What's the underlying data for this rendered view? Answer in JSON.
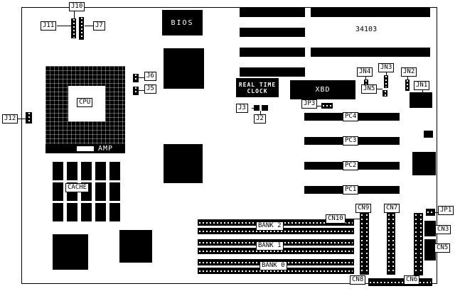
{
  "board": {
    "part_number": "34103",
    "chips": {
      "bios": "BIOS",
      "cpu": "CPU",
      "amp": "AMP",
      "cache": "CACHE",
      "rtc_line1": "REAL TIME",
      "rtc_line2": "CLOCK",
      "xbd": "XBD"
    },
    "jumpers": {
      "j2": "J2",
      "j3": "J3",
      "j5": "J5",
      "j6": "J6",
      "j7": "J7",
      "j10": "J10",
      "j11": "J11",
      "j12": "J12",
      "jp1": "JP1",
      "jp3": "JP3",
      "jn1": "JN1",
      "jn2": "JN2",
      "jn3": "JN3",
      "jn4": "JN4",
      "jn5": "JN5"
    },
    "slots": {
      "pc1": "PC1",
      "pc2": "PC2",
      "pc3": "PC3",
      "pc4": "PC4",
      "bank0": "BANK 0",
      "bank1": "BANK 1",
      "bank2": "BANK 2"
    },
    "connectors": {
      "cn3": "CN3",
      "cn5": "CN5",
      "cn6": "CN6",
      "cn7": "CN7",
      "cn8": "CN8",
      "cn9": "CN9",
      "cn10": "CN10"
    }
  }
}
